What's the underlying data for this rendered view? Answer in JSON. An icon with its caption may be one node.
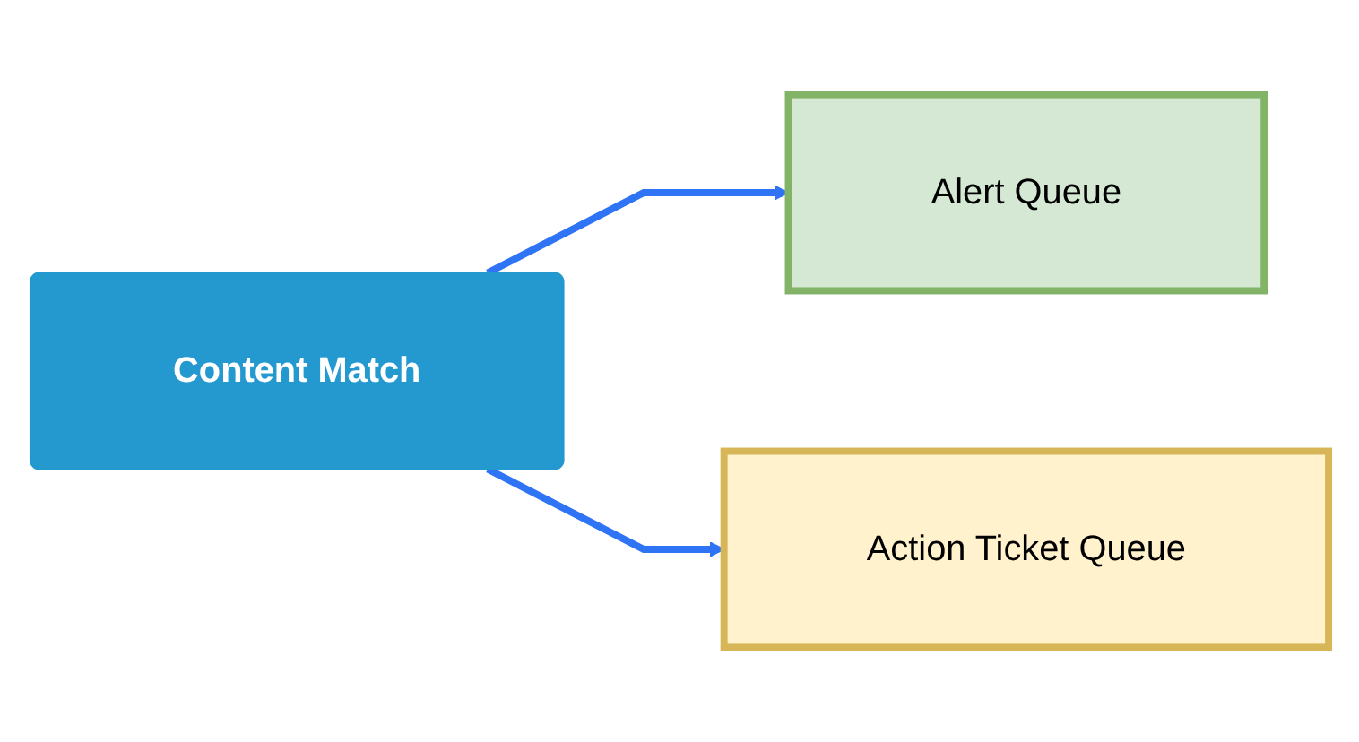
{
  "diagram": {
    "nodes": [
      {
        "text": [
          "Content Match"
        ]
      },
      {
        "text": [
          "Alert Queue"
        ]
      },
      {
        "text": [
          "Action Ticket Queue"
        ]
      }
    ],
    "edges": [
      {
        "from": 0,
        "to": 1,
        "arrow": "to"
      },
      {
        "from": 0,
        "to": 2,
        "arrow": "to"
      }
    ]
  }
}
